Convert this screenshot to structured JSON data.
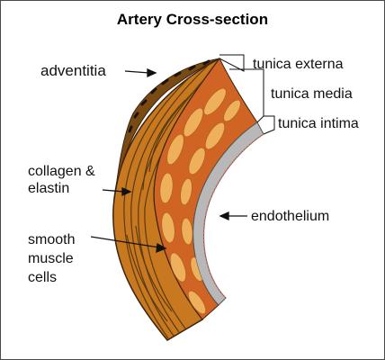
{
  "title": "Artery Cross-section",
  "labels": {
    "adventitia": "adventitia",
    "collagen_elastin": "collagen &\nelastin",
    "smooth_muscle": "smooth\nmuscle\ncells",
    "tunica_externa": "tunica externa",
    "tunica_media": "tunica media",
    "tunica_intima": "tunica intima",
    "endothelium": "endothelium"
  },
  "colors": {
    "adventitia": "#7a4a14",
    "collagen_layer": "#c8781f",
    "media": "#d06424",
    "muscle_cells": "#eeb05a",
    "intima": "#b8b8b8",
    "endothelium_edge": "#e07060",
    "fiber_lines": "#5a3a12"
  }
}
